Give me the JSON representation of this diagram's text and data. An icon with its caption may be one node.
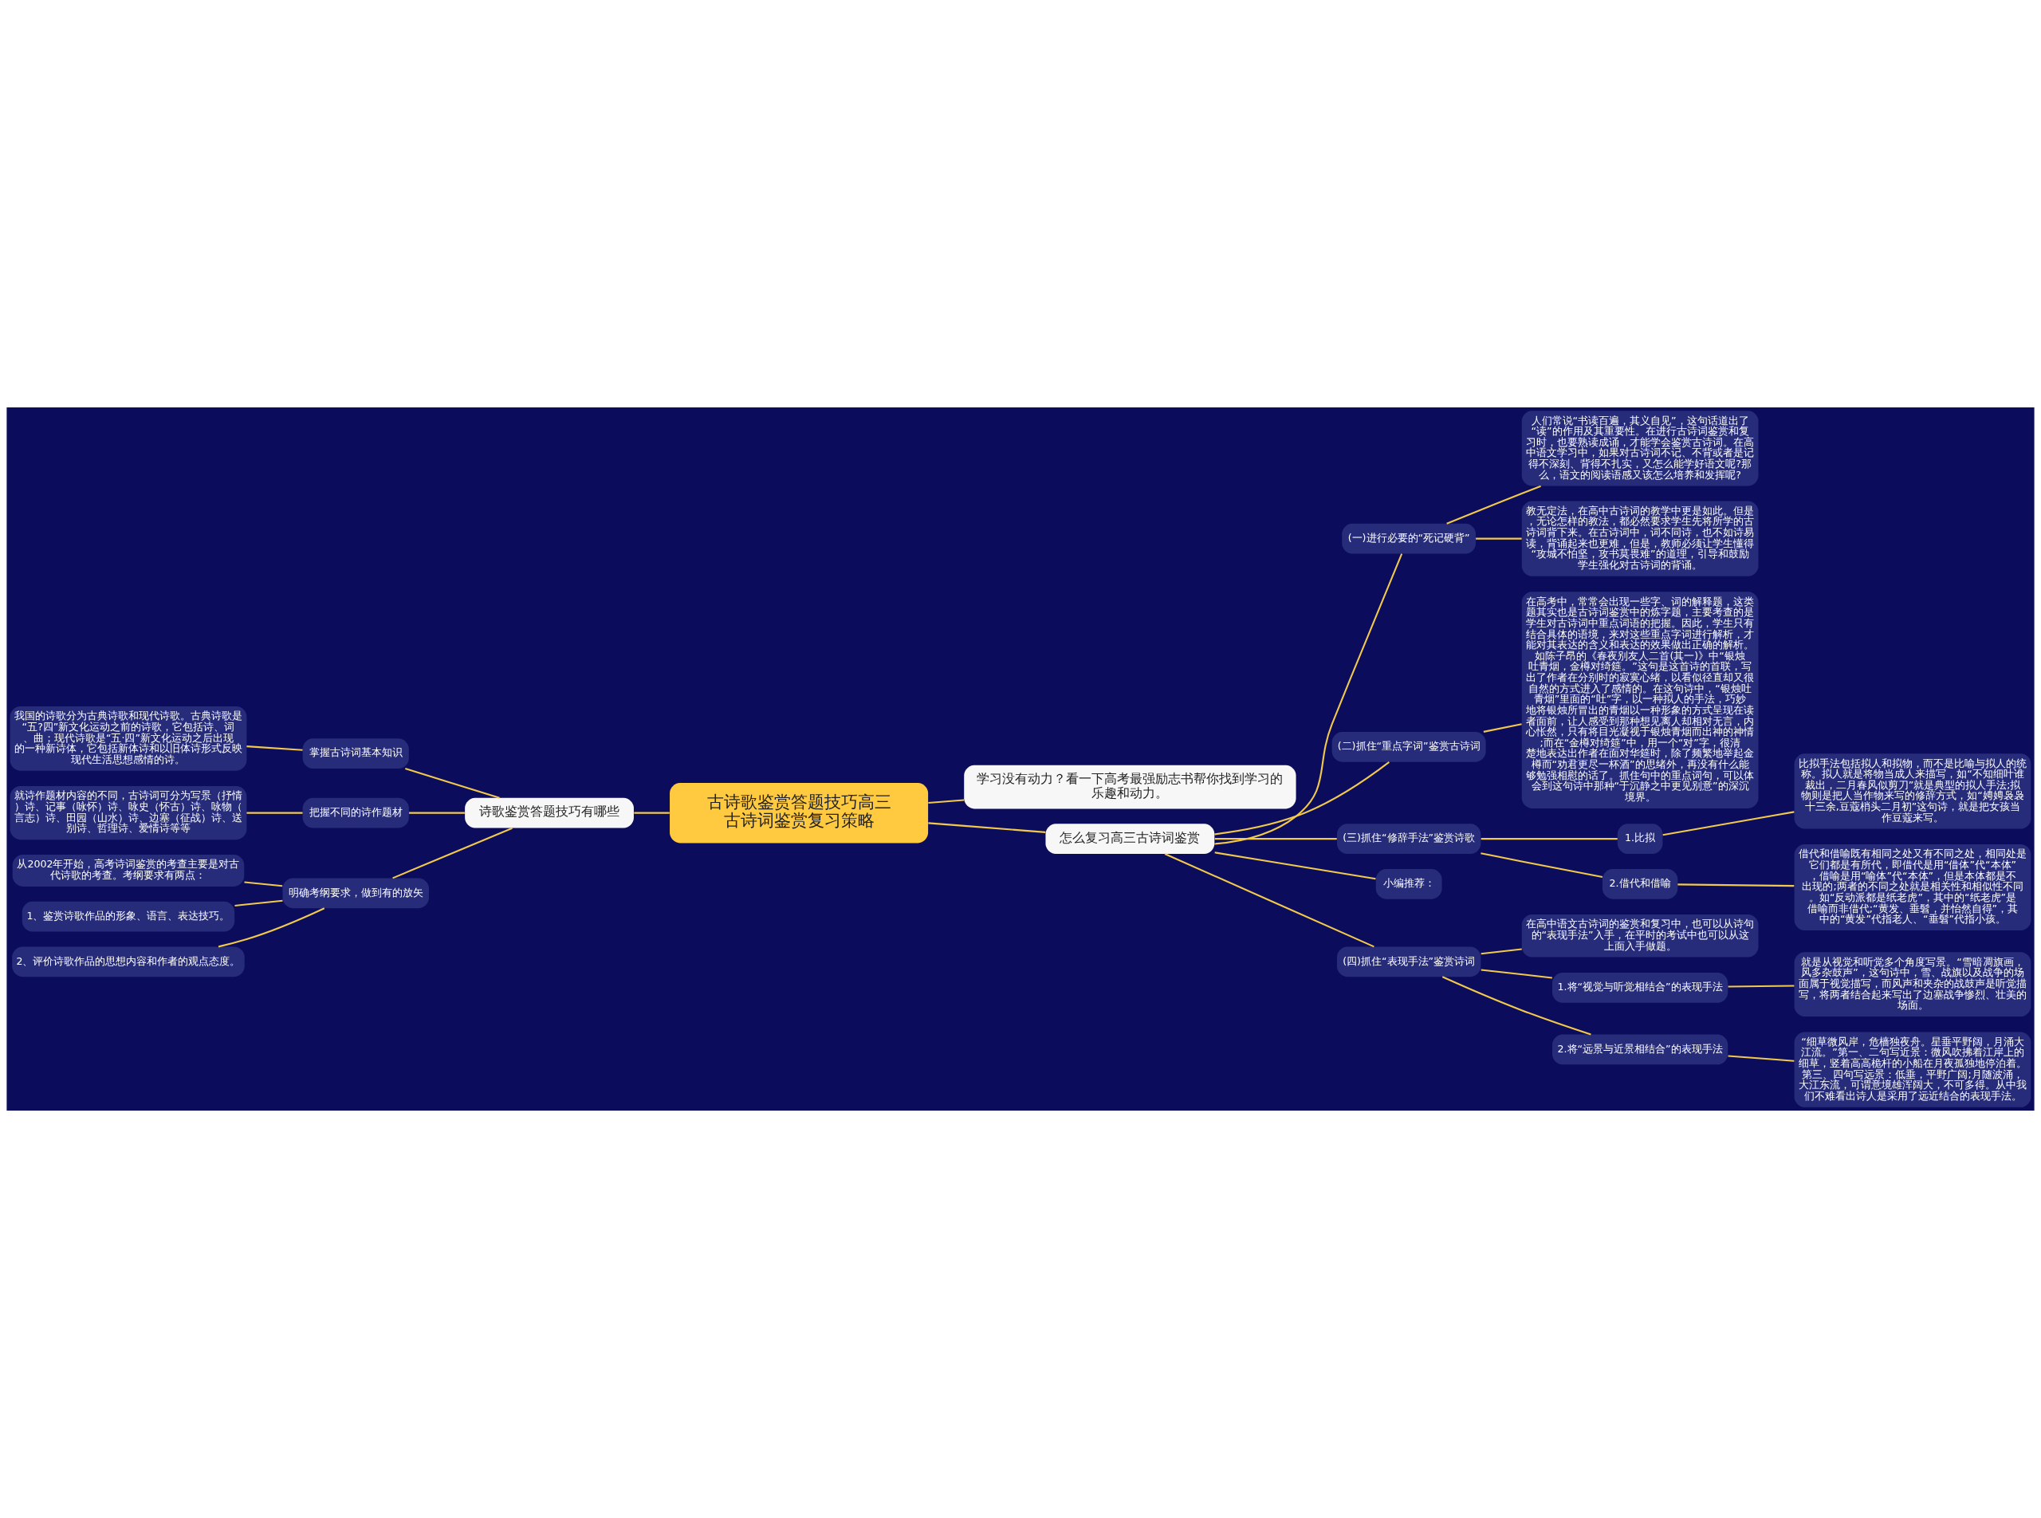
{
  "diagram": {
    "nodes": [
      {
        "text": [
          "古诗歌鉴赏答题技巧高三古诗词鉴赏复习策略"
        ]
      },
      {
        "text": [
          "学习没有动力？看一下高考最强励志书帮你找到学习的乐趣和动力。"
        ]
      },
      {
        "text": [
          "诗歌鉴赏答题技巧有哪些"
        ]
      },
      {
        "text": [
          "掌握古诗词基本知识"
        ]
      },
      {
        "text": [
          "我国的诗歌分为古典诗歌和现代诗歌。古典诗歌是“五?四”新文化运动之前的诗歌，它包括诗、词、曲；现代诗歌是“五·四”新文化运动之后出现的一种新诗体，它包括新体诗和以旧体诗形式反映现代生活思想感情的诗。"
        ]
      },
      {
        "text": [
          "把握不同的诗作题材"
        ]
      },
      {
        "text": [
          "就诗作题材内容的不同，古诗词可分为写景（抒情）诗、记事（咏怀）诗、咏史（怀古）诗、咏物（言志）诗、田园（山水）诗、边塞（征战）诗、送别诗、哲理诗、爱情诗等等"
        ]
      },
      {
        "text": [
          "明确考纲要求，做到有的放矢"
        ]
      },
      {
        "text": [
          "从2002年开始，高考诗词鉴赏的考查主要是对古代诗歌的考查。考纲要求有两点："
        ]
      },
      {
        "text": [
          "1、鉴赏诗歌作品的形象、语言、表达技巧。"
        ]
      },
      {
        "text": [
          "2、评价诗歌作品的思想内容和作者的观点态度。"
        ]
      },
      {
        "text": [
          "怎么复习高三古诗词鉴赏"
        ]
      },
      {
        "text": [
          "(一)进行必要的“死记硬背”"
        ]
      },
      {
        "text": [
          "人们常说“书读百遍，其义自见”，这句话道出了“读”的作用及其重要性。在进行古诗词鉴赏和复习时，也要熟读成诵，才能学会鉴赏古诗词。在高中语文学习中，如果对古诗词不记、不背或者是记得不深刻、背得不扎实，又怎么能学好语文呢?那么，语文的阅读语感又该怎么培养和发挥呢?"
        ]
      },
      {
        "text": [
          "教无定法，在高中古诗词的教学中更是如此。但是，无论怎样的教法，都必然要求学生先将所学的古诗词背下来。在古诗词中，词不同诗，也不如诗易读，背诵起来也更难，但是，教师必须让学生懂得“攻城不怕坚，攻书莫畏难”的道理，引导和鼓励学生强化对古诗词的背诵。"
        ]
      },
      {
        "text": [
          "(二)抓住“重点字词”鉴赏古诗词"
        ]
      },
      {
        "text": [
          "在高考中，常常会出现一些字、词的解释题，这类题其实也是古诗词鉴赏中的炼字题，主要考查的是学生对古诗词中重点词语的把握。因此，学生只有结合具体的语境，来对这些重点字词进行解析，才能对其表达的含义和表达的效果做出正确的解析。如陈子昂的《春夜别友人二首(其一)》中“银烛吐青烟，金樽对绮筵。”这句是这首诗的首联，写出了作者在分别时的寂寞心绪，以看似径直却又很自然的方式进入了感情的。在这句诗中，“银烛吐青烟”里面的“吐”字，以一种拟人的手法，巧妙地将银烛所冒出的青烟以一种形象的方式呈现在读者面前，让人感受到那种想见离人却相对无言，内心怅然，只有将目光凝视于银烛青烟而出神的神情;而在“金樽对绮筵”中，用一个“对”字，很清楚地表达出作者在面对华筵时，除了频繁地举起金樽而“劝君更尽一杯酒”的思绪外，再没有什么能够勉强相慰的话了。抓住句中的重点词句，可以体会到这句诗中那种“于沉静之中更见别意”的深沉境界。"
        ]
      },
      {
        "text": [
          "(三)抓住“修辞手法”鉴赏诗歌"
        ]
      },
      {
        "text": [
          "1.比拟"
        ]
      },
      {
        "text": [
          "比拟手法包括拟人和拟物，而不是比喻与拟人的统称。拟人就是将物当成人来描写，如“不知细叶谁裁出，二月春风似剪刀”就是典型的拟人手法;拟物则是把人当作物来写的修辞方式，如“娉娉袅袅十三余,豆蔻梢头二月初”这句诗，就是把女孩当作豆蔻来写。"
        ]
      },
      {
        "text": [
          "2.借代和借喻"
        ]
      },
      {
        "text": [
          "借代和借喻既有相同之处又有不同之处，相同处是它们都是有所代，即借代是用“借体”代“本体”，借喻是用“喻体”代“本体”，但是本体都是不出现的;两者的不同之处就是相关性和相似性不同。如“反动派都是纸老虎”，其中的“纸老虎”是借喻而非借代;“黄发、垂髫，并怡然自得”，其中的“黄发”代指老人、“垂髫”代指小孩。"
        ]
      },
      {
        "text": [
          "小编推荐："
        ]
      },
      {
        "text": [
          "(四)抓住“表现手法”鉴赏诗词"
        ]
      },
      {
        "text": [
          "在高中语文古诗词的鉴赏和复习中，也可以从诗句的“表现手法”入手，在平时的考试中也可以从这上面入手做题。"
        ]
      },
      {
        "text": [
          "1.将“视觉与听觉相结合”的表现手法"
        ]
      },
      {
        "text": [
          "就是从视觉和听觉多个角度写景。“雪暗凋旗画，风多杂鼓声”，这句诗中，雪、战旗以及战争的场面属于视觉描写，而风声和夹杂的战鼓声是听觉描写，将两者结合起来写出了边塞战争惨烈、壮美的场面。"
        ]
      },
      {
        "text": [
          "2.将“远景与近景相结合”的表现手法"
        ]
      },
      {
        "text": [
          "“细草微风岸，危樯独夜舟。星垂平野阔，月涌大江流。”第一、二句写近景：微风吹拂着江岸上的细草，竖着高高桅杆的小船在月夜孤独地停泊着。第三、四句写远景：低垂，平野广阔;月随波涌，大江东流，可谓意境雄浑阔大，不可多得。从中我们不难看出诗人是采用了远近结合的表现手法。"
        ]
      }
    ],
    "edges": [
      {
        "from": 0,
        "to": 1,
        "arrow": "none"
      },
      {
        "from": 0,
        "to": 2,
        "arrow": "none"
      },
      {
        "from": 2,
        "to": 3,
        "arrow": "none"
      },
      {
        "from": 3,
        "to": 4,
        "arrow": "none"
      },
      {
        "from": 2,
        "to": 5,
        "arrow": "none"
      },
      {
        "from": 5,
        "to": 6,
        "arrow": "none"
      },
      {
        "from": 2,
        "to": 7,
        "arrow": "none"
      },
      {
        "from": 7,
        "to": 8,
        "arrow": "none"
      },
      {
        "from": 7,
        "to": 9,
        "arrow": "none"
      },
      {
        "from": 7,
        "to": 10,
        "arrow": "none"
      },
      {
        "from": 0,
        "to": 11,
        "arrow": "none"
      },
      {
        "from": 11,
        "to": 12,
        "arrow": "none"
      },
      {
        "from": 12,
        "to": 13,
        "arrow": "none"
      },
      {
        "from": 12,
        "to": 14,
        "arrow": "none"
      },
      {
        "from": 11,
        "to": 15,
        "arrow": "none"
      },
      {
        "from": 15,
        "to": 16,
        "arrow": "none"
      },
      {
        "from": 11,
        "to": 17,
        "arrow": "none"
      },
      {
        "from": 17,
        "to": 18,
        "arrow": "none"
      },
      {
        "from": 18,
        "to": 19,
        "arrow": "none"
      },
      {
        "from": 17,
        "to": 20,
        "arrow": "none"
      },
      {
        "from": 20,
        "to": 21,
        "arrow": "none"
      },
      {
        "from": 11,
        "to": 22,
        "arrow": "none"
      },
      {
        "from": 11,
        "to": 23,
        "arrow": "none"
      },
      {
        "from": 23,
        "to": 24,
        "arrow": "none"
      },
      {
        "from": 23,
        "to": 25,
        "arrow": "none"
      },
      {
        "from": 25,
        "to": 26,
        "arrow": "none"
      },
      {
        "from": 23,
        "to": 27,
        "arrow": "none"
      },
      {
        "from": 27,
        "to": 28,
        "arrow": "none"
      }
    ]
  }
}
